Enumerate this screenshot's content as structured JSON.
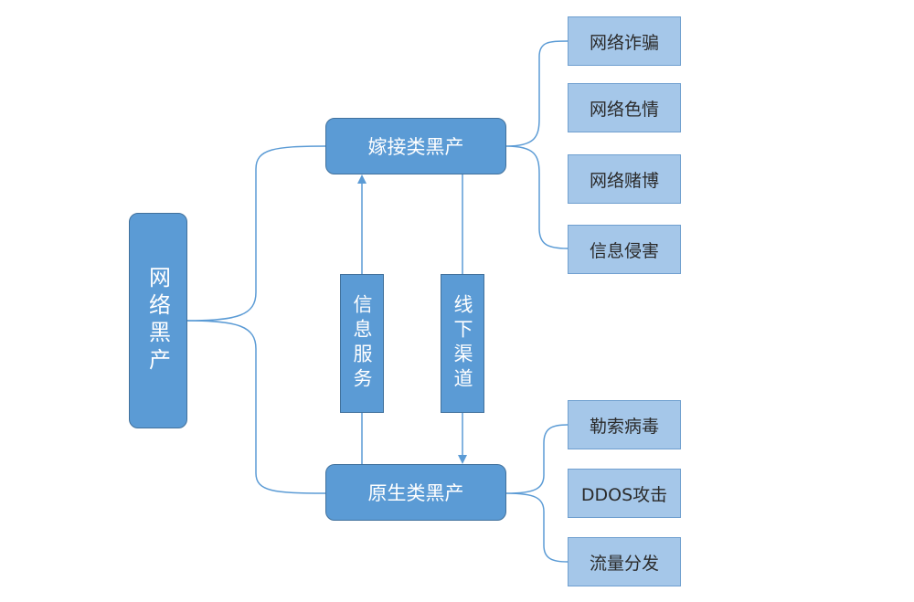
{
  "root": {
    "label": "网络黑产"
  },
  "hubs": {
    "top": "嫁接类黑产",
    "bottom": "原生类黑产"
  },
  "links": {
    "up": "信息服务",
    "down": "线下渠道"
  },
  "top_children": [
    "网络诈骗",
    "网络色情",
    "网络赌博",
    "信息侵害"
  ],
  "bottom_children": [
    "勒索病毒",
    "DDOS攻击",
    "流量分发"
  ],
  "colors": {
    "node_fill": "#5b9bd5",
    "leaf_fill": "#a5c7e9",
    "line": "#5b9bd5"
  }
}
